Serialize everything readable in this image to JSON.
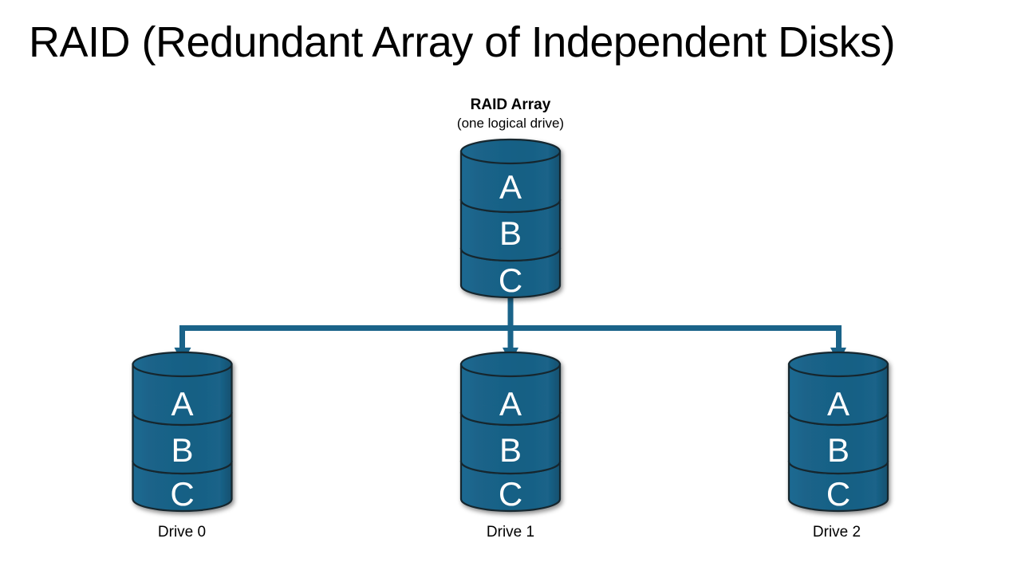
{
  "diagram": {
    "title": "RAID (Redundant Array of Independent Disks)",
    "accent_color": "#1a6389",
    "stroke_color": "#16282f",
    "letter_color": "#ffffff",
    "background": "#ffffff",
    "array": {
      "caption_main": "RAID Array",
      "caption_sub": "(one logical drive)",
      "blocks": [
        "A",
        "B",
        "C"
      ]
    },
    "drives": [
      {
        "label": "Drive 0",
        "blocks": [
          "A",
          "B",
          "C"
        ]
      },
      {
        "label": "Drive 1",
        "blocks": [
          "A",
          "B",
          "C"
        ]
      },
      {
        "label": "Drive 2",
        "blocks": [
          "A",
          "B",
          "C"
        ]
      }
    ],
    "connector": {
      "type": "tree-fanout",
      "arrow_count": 3
    }
  }
}
